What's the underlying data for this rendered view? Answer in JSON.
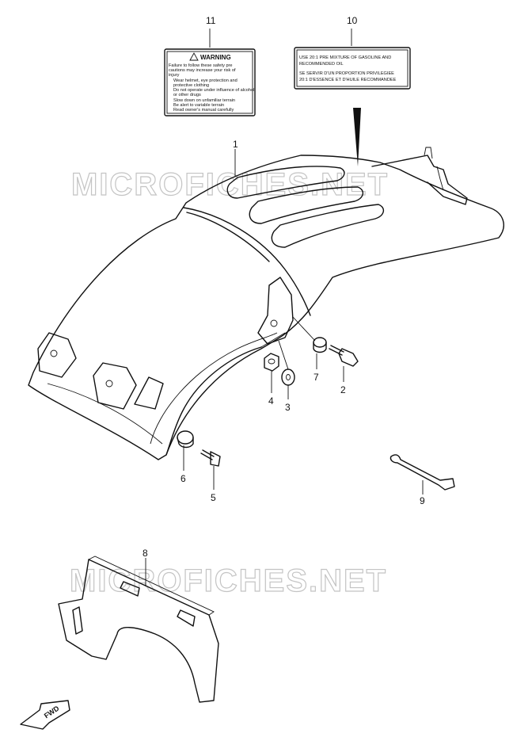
{
  "watermark": "MICROFICHES.NET",
  "callouts": [
    "1",
    "2",
    "3",
    "4",
    "5",
    "6",
    "7",
    "8",
    "9",
    "10",
    "11"
  ],
  "warning_label": {
    "heading": "WARNING",
    "lines": [
      "Failure to follow these safety pre",
      "cautions may increase your risk of",
      "injury",
      "Wear helmet, eye protection and",
      "protective clothing",
      "Do not operate under influence of alcohol",
      "or other drugs",
      "Slow down on unfamiliar terrain",
      "Be alert to variable terrain",
      "Read owner's manual carefully"
    ]
  },
  "fuel_label": {
    "lines": [
      "USE 20:1 PRE MIXTURE OF GASOLINE AND",
      "RECOMMENDED OIL",
      "SE SERVIR D'UN PROPORTION PRIVILEGIEE",
      "20:1 D'ESSENCE ET D'HUILE RECOMMANDEE"
    ]
  },
  "fwd_label": "FWD"
}
